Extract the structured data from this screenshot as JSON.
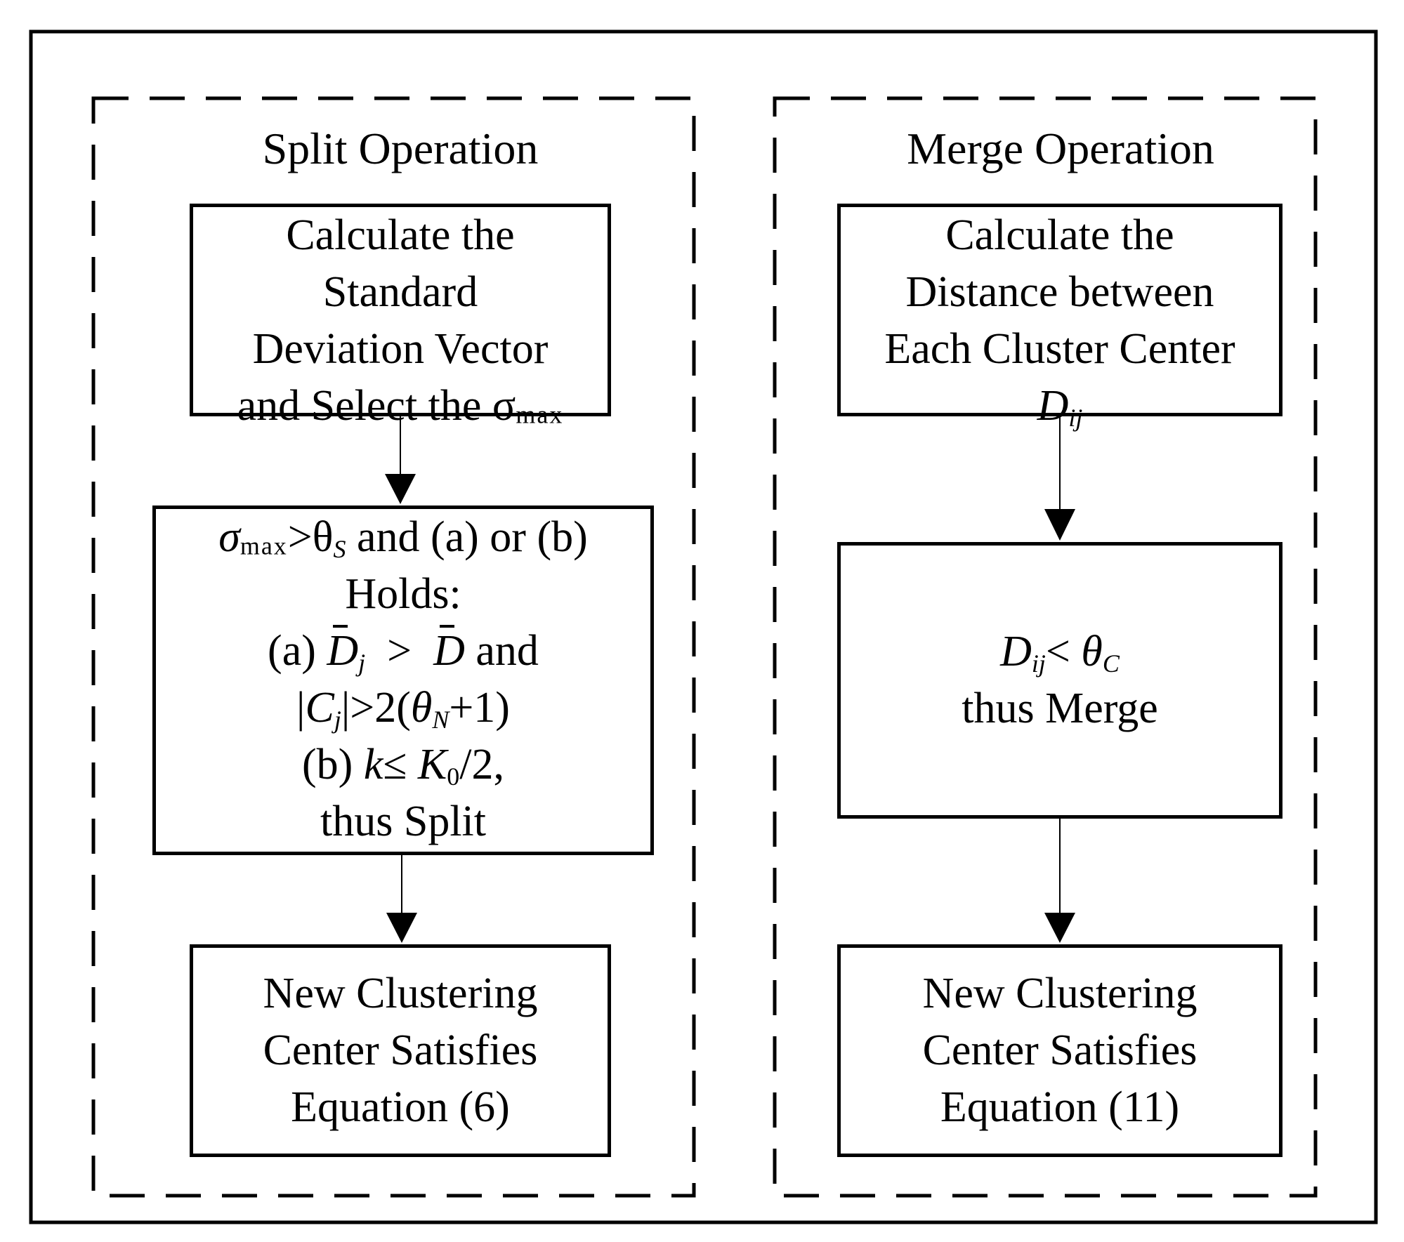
{
  "split": {
    "title": "Split Operation",
    "box1": {
      "line1": "Calculate the",
      "line2": "Standard",
      "line3": "Deviation Vector",
      "line4_text": "and  Select the ",
      "sigma": "σ",
      "max": "max"
    },
    "box2": {
      "sigma": "σ",
      "max": "max",
      "gt_theta": ">θ",
      "s": "S",
      "cond_rest": " and (a) or (b)",
      "holds": "Holds:",
      "a_label": "(a)  ",
      "dbar_j": "D",
      "j": "j",
      "gt": "  >  ",
      "dbar": "D",
      "and": " and",
      "abs_open": "|",
      "c": "C",
      "cj_sub": "j",
      "abs_rest": "|>2(",
      "theta_n": "θ",
      "n": "N",
      "plus_one": "+1)",
      "b_label": "(b) ",
      "k": "k",
      "le": "≤ ",
      "k0": "K",
      "zero": "0",
      "half": "/2,",
      "thus_split": "thus Split"
    },
    "box3": {
      "line1": "New Clustering",
      "line2": "Center Satisfies",
      "line3": "Equation (6)"
    }
  },
  "merge": {
    "title": "Merge Operation",
    "box1": {
      "line1": "Calculate the",
      "line2": "Distance between",
      "line3": "Each Cluster Center",
      "d": "D",
      "ij": "ij"
    },
    "box2": {
      "d": "D",
      "ij": "ij",
      "lt": "< ",
      "theta": "θ",
      "c": "C",
      "thus_merge": "thus Merge"
    },
    "box3": {
      "line1": "New Clustering",
      "line2": "Center Satisfies",
      "line3": "Equation (11)"
    }
  }
}
